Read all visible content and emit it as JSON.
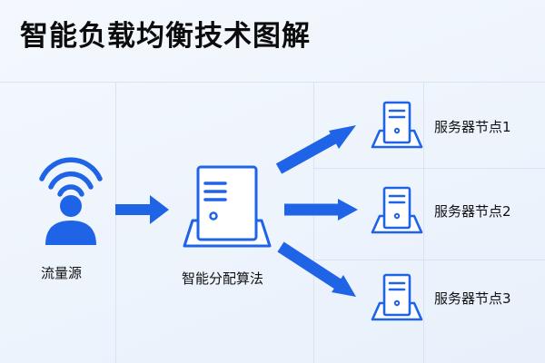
{
  "title": "智能负载均衡技术图解",
  "colors": {
    "accent": "#1f63e6",
    "background": "#eef4fc",
    "text": "#111111"
  },
  "source": {
    "label": "流量源",
    "icon": "user-wifi-icon"
  },
  "balancer": {
    "label": "智能分配算法",
    "icon": "server-icon"
  },
  "nodes": [
    {
      "label": "服务器节点1",
      "icon": "server-icon"
    },
    {
      "label": "服务器节点2",
      "icon": "server-icon"
    },
    {
      "label": "服务器节点3",
      "icon": "server-icon"
    }
  ]
}
